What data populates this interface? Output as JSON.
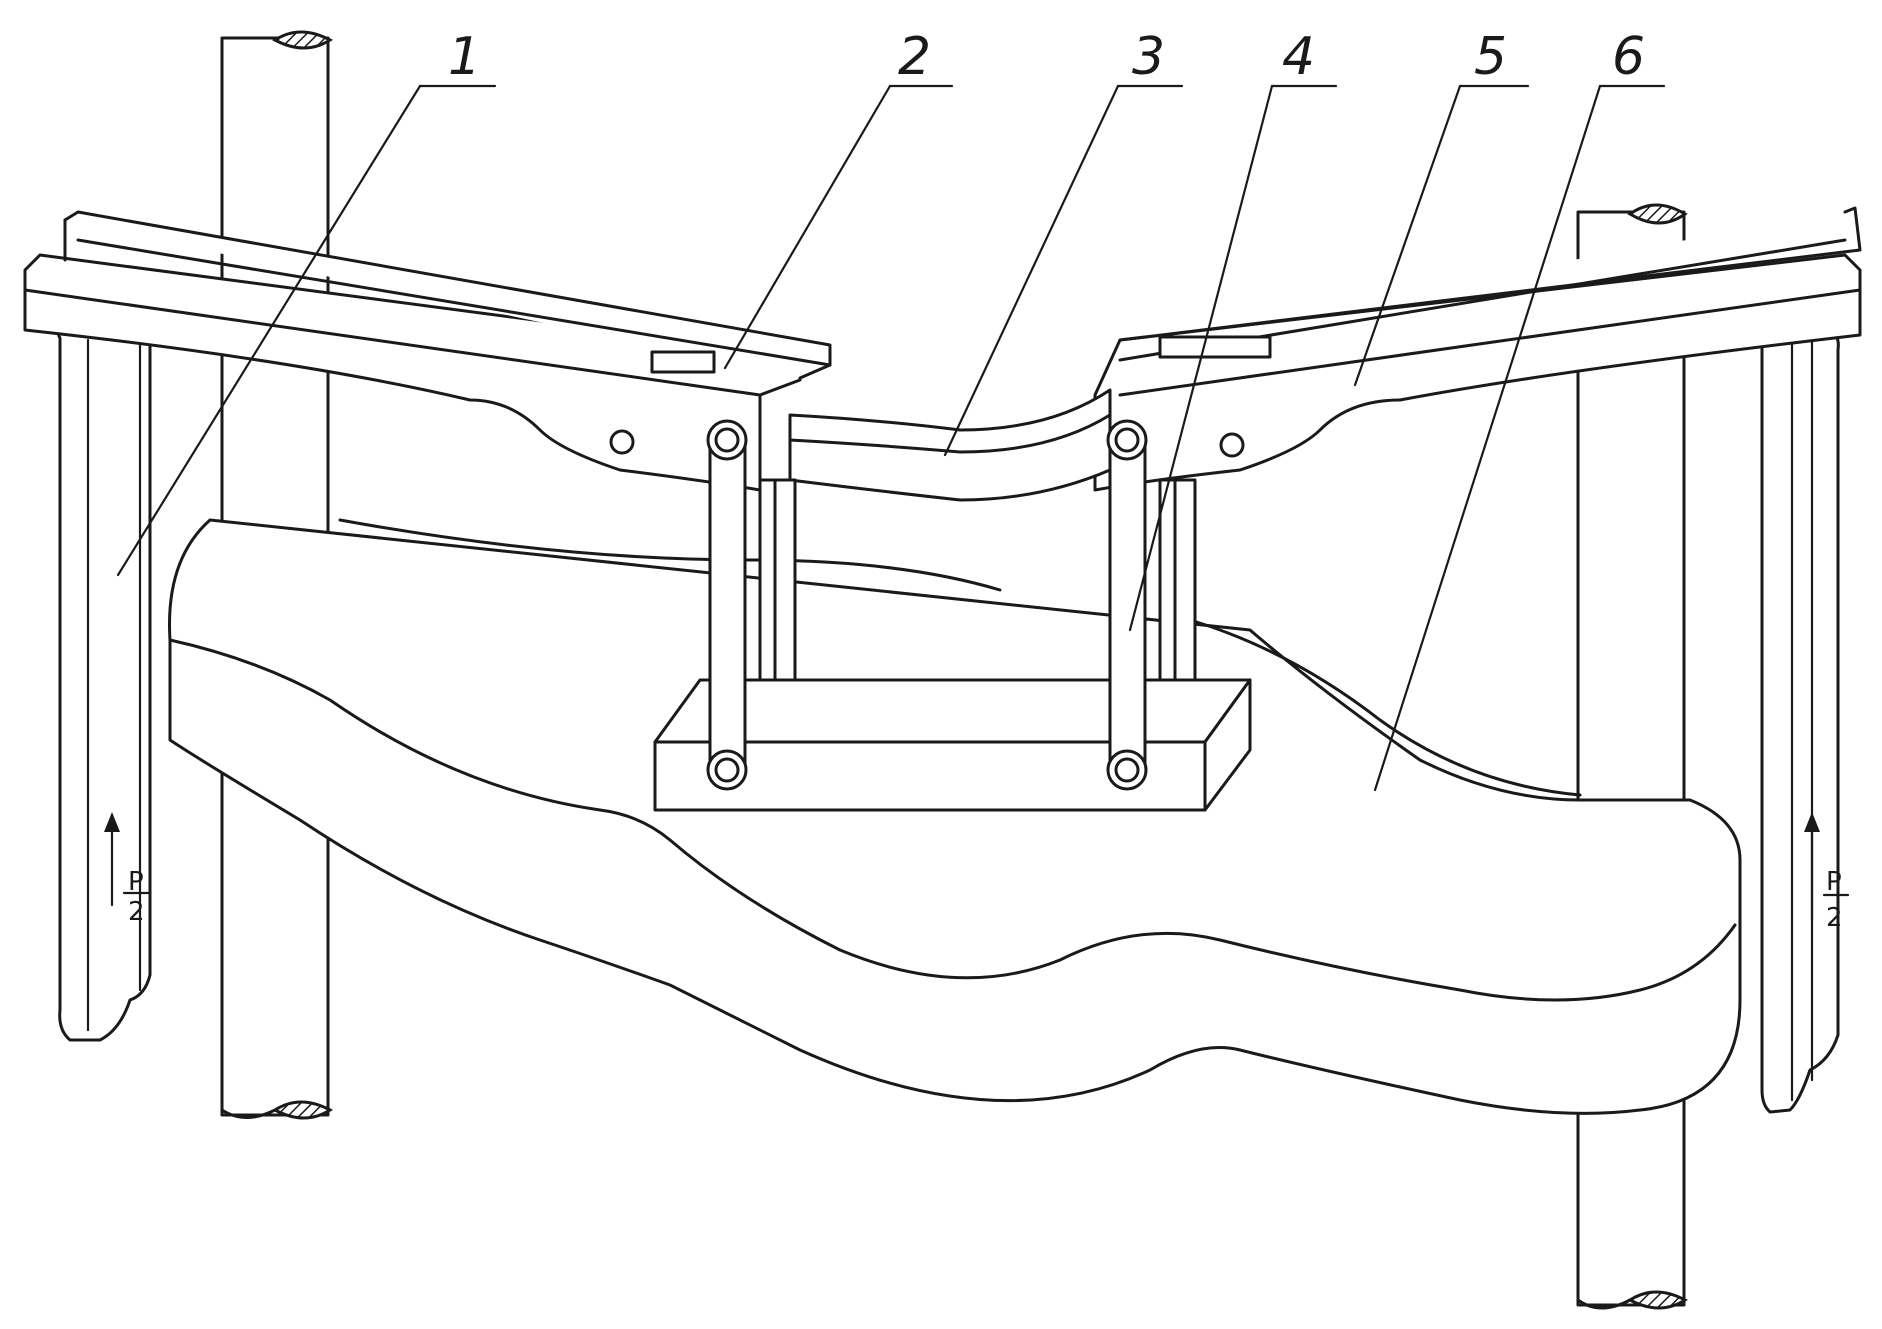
{
  "callouts": [
    {
      "id": "1",
      "label": "1"
    },
    {
      "id": "2",
      "label": "2"
    },
    {
      "id": "3",
      "label": "3"
    },
    {
      "id": "4",
      "label": "4"
    },
    {
      "id": "5",
      "label": "5"
    },
    {
      "id": "6",
      "label": "6"
    }
  ],
  "force_marks": {
    "left": {
      "top": "P",
      "bottom": "2"
    },
    "right": {
      "top": "P",
      "bottom": "2"
    }
  }
}
